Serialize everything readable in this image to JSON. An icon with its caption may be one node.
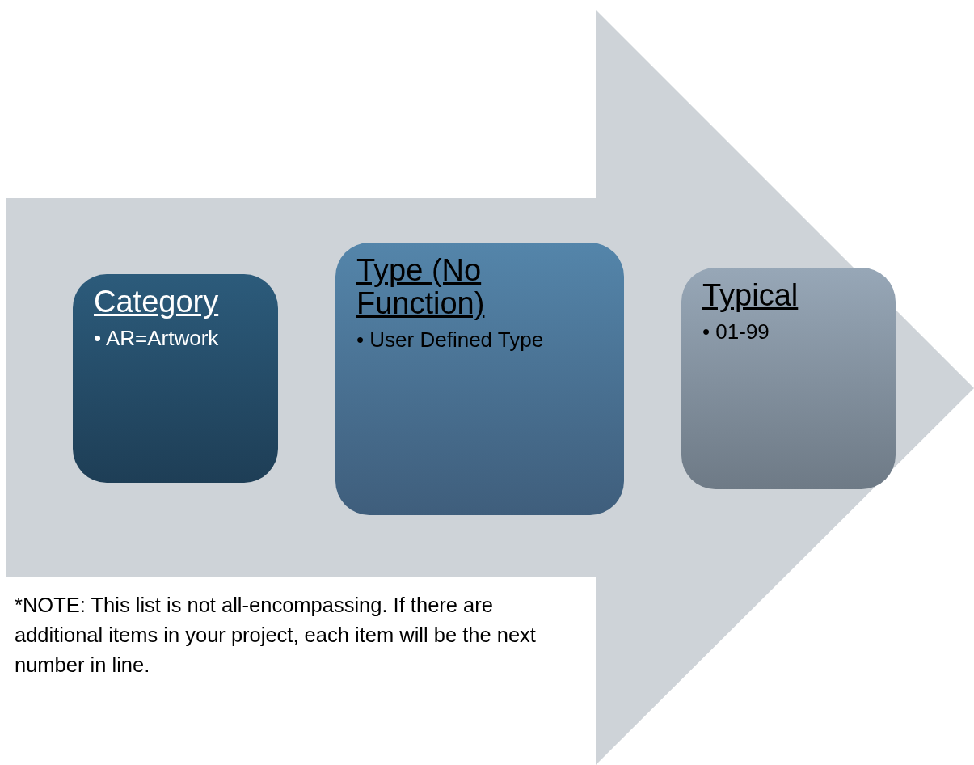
{
  "diagram": {
    "nodes": [
      {
        "text": [],
        "shape": "arrow"
      },
      {
        "text": [
          "Category",
          "• AR=Artwork"
        ],
        "in": 0
      },
      {
        "text": [
          "Type (No Function)",
          "• User Defined Type"
        ],
        "in": 0
      },
      {
        "text": [
          "Typical",
          "• 01-99"
        ],
        "in": 0
      }
    ],
    "labels": [
      "*NOTE: This list is not all-encompassing. If there are additional items in your project, each item will be the next number in line."
    ]
  }
}
